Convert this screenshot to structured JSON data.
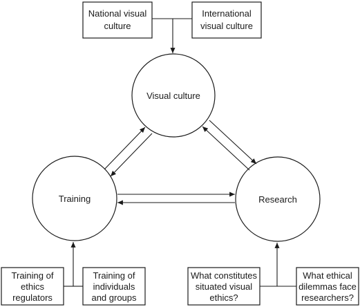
{
  "nodes": {
    "national_visual_culture": {
      "label": [
        "National visual",
        "culture"
      ]
    },
    "international_visual_culture": {
      "label": [
        "International",
        "visual culture"
      ]
    },
    "visual_culture": {
      "label": [
        "Visual culture"
      ]
    },
    "training": {
      "label": [
        "Training"
      ]
    },
    "research": {
      "label": [
        "Research"
      ]
    },
    "training_of_ethics_regulators": {
      "label": [
        "Training of",
        "ethics",
        "regulators"
      ]
    },
    "training_of_individuals_and_groups": {
      "label": [
        "Training of",
        "individuals",
        "and groups"
      ]
    },
    "what_constitutes_situated_visual_ethics": {
      "label": [
        "What constitutes",
        "situated visual",
        "ethics?"
      ]
    },
    "what_ethical_dilemmas_face_researchers": {
      "label": [
        "What ethical",
        "dilemmas face",
        "researchers?"
      ]
    }
  },
  "edges": [
    {
      "from": "national_visual_culture",
      "to": "visual_culture"
    },
    {
      "from": "international_visual_culture",
      "to": "visual_culture"
    },
    {
      "from": "visual_culture",
      "to": "training"
    },
    {
      "from": "training",
      "to": "visual_culture"
    },
    {
      "from": "visual_culture",
      "to": "research"
    },
    {
      "from": "research",
      "to": "visual_culture"
    },
    {
      "from": "training",
      "to": "research"
    },
    {
      "from": "research",
      "to": "training"
    },
    {
      "from": "training_of_ethics_regulators",
      "to": "training"
    },
    {
      "from": "training_of_individuals_and_groups",
      "to": "training"
    },
    {
      "from": "what_constitutes_situated_visual_ethics",
      "to": "research"
    },
    {
      "from": "what_ethical_dilemmas_face_researchers",
      "to": "research"
    }
  ]
}
